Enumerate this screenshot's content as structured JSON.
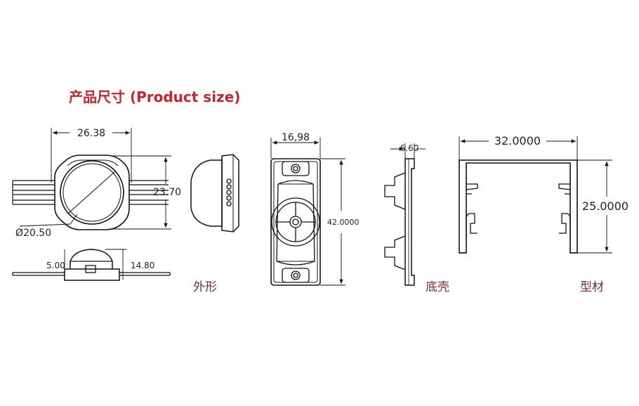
{
  "title": "产品尺寸 (Product size)",
  "captions": {
    "appearance": "外形",
    "base_shell": "底壳",
    "profile": "型材"
  },
  "dimensions": {
    "module_width": "26.38",
    "module_height": "23.70",
    "lens_diameter": "Ø20.50",
    "lens_height": "5.00",
    "side_height": "14.80",
    "shell_width": "16,98",
    "shell_length": "42.0000",
    "shell_depth": "6.60",
    "profile_width": "32.0000",
    "profile_height": "25.0000"
  },
  "colors": {
    "title": "#c0282d",
    "caption": "#7a2f2f",
    "line": "#111111"
  }
}
